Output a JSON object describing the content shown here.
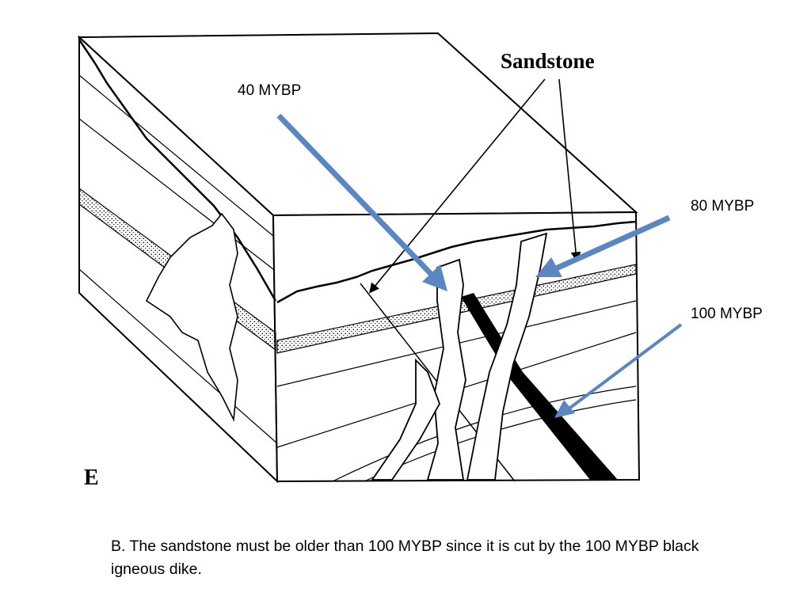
{
  "slide": {
    "labels": {
      "age_40": "40 MYBP",
      "age_80": "80 MYBP",
      "age_100": "100 MYBP",
      "sandstone": "Sandstone",
      "panel": "E"
    },
    "caption": "B.  The sandstone must be older than 100 MYBP since it is cut by the 100 MYBP black igneous dike.",
    "colors": {
      "arrow": "#5a86c2",
      "line": "#000000",
      "dike_fill": "#000000",
      "intrusion_fill": "#ffffff"
    }
  }
}
